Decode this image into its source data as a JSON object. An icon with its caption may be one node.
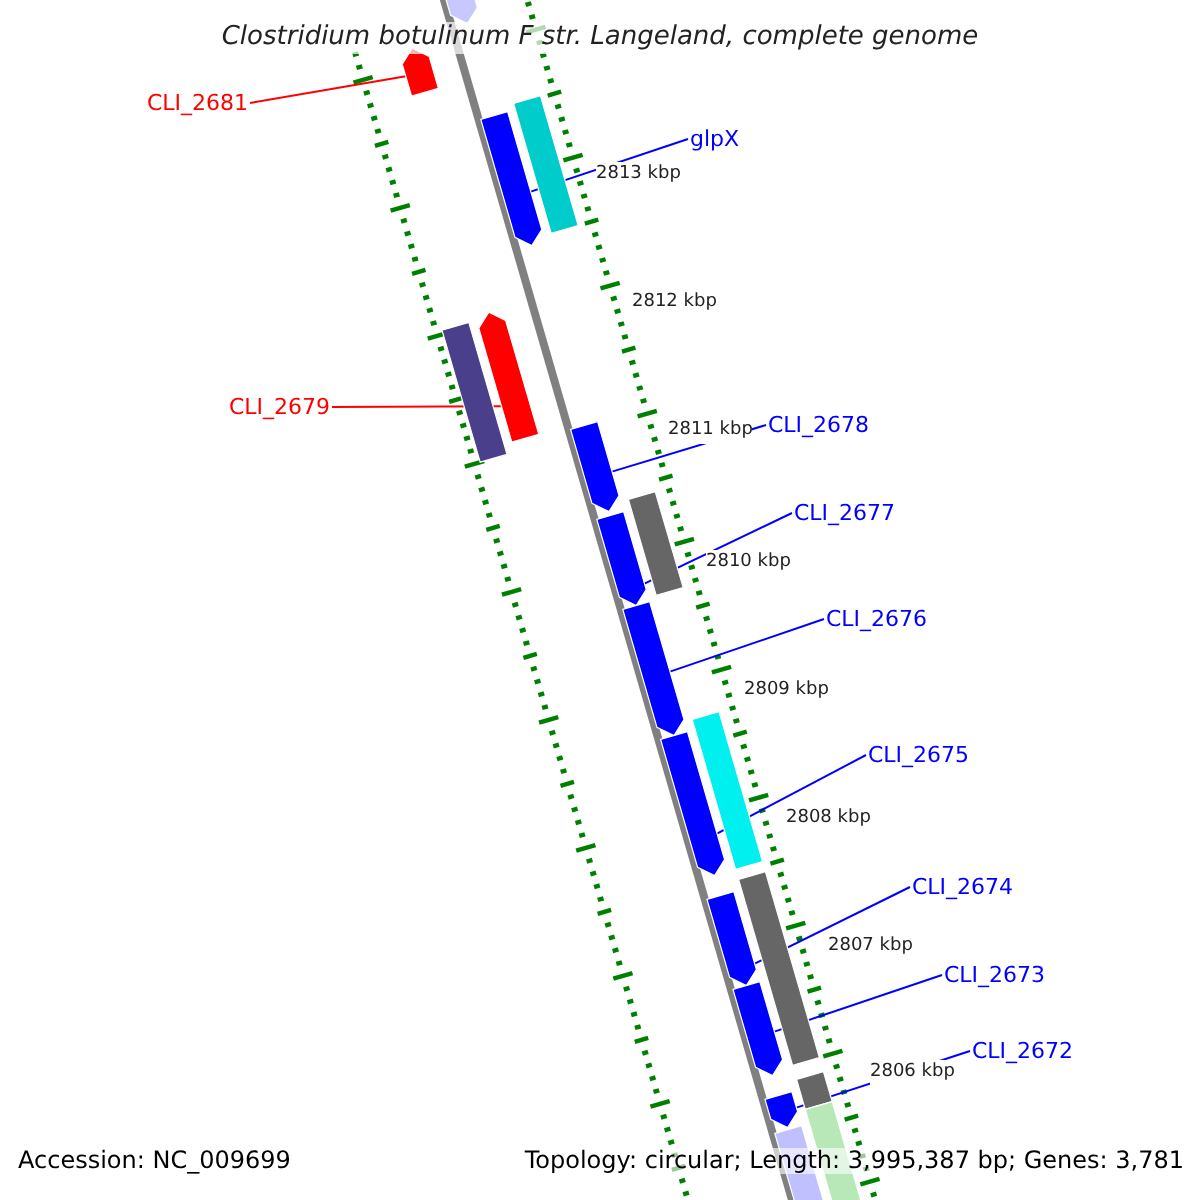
{
  "diagram": {
    "title": "Clostridium botulinum F str. Langeland, complete genome",
    "nodes": [
      {
        "text": [
          "CLI_2681"
        ]
      },
      {
        "text": [],
        "shape": "bar"
      },
      {
        "text": [
          "glpX"
        ]
      },
      {
        "text": [],
        "shape": "bar"
      },
      {
        "text": [
          "CLI_2679"
        ]
      },
      {
        "text": [],
        "shape": "bar"
      },
      {
        "text": [
          "CLI_2678"
        ]
      },
      {
        "text": [],
        "shape": "bar"
      },
      {
        "text": [
          "CLI_2677"
        ]
      },
      {
        "text": [],
        "shape": "bar"
      },
      {
        "text": [
          "CLI_2676"
        ]
      },
      {
        "text": [],
        "shape": "bar"
      },
      {
        "text": [
          "CLI_2675"
        ]
      },
      {
        "text": [],
        "shape": "bar"
      },
      {
        "text": [
          "CLI_2674"
        ]
      },
      {
        "text": [],
        "shape": "bar"
      },
      {
        "text": [
          "CLI_2673"
        ]
      },
      {
        "text": [],
        "shape": "bar"
      },
      {
        "text": [
          "CLI_2672"
        ]
      },
      {
        "text": [],
        "shape": "bar"
      },
      {
        "text": [],
        "shape": "bar"
      },
      {
        "text": [],
        "shape": "bar"
      },
      {
        "text": [],
        "shape": "bar"
      },
      {
        "text": [],
        "shape": "bar"
      },
      {
        "text": [],
        "shape": "bar"
      },
      {
        "text": [],
        "shape": "bar"
      },
      {
        "text": [],
        "shape": "bar"
      },
      {
        "text": [],
        "shape": "bar"
      },
      {
        "text": [],
        "shape": "bar"
      }
    ],
    "edges": [
      {
        "from": 0,
        "to": 1,
        "arrow": "none",
        "color": "#ff0000"
      },
      {
        "from": 2,
        "to": 3,
        "arrow": "none"
      },
      {
        "from": 4,
        "to": 5,
        "arrow": "none",
        "color": "#ff0000"
      },
      {
        "from": 6,
        "to": 7,
        "arrow": "none"
      },
      {
        "from": 8,
        "to": 9,
        "arrow": "none"
      },
      {
        "from": 10,
        "to": 11,
        "arrow": "none"
      },
      {
        "from": 12,
        "to": 13,
        "arrow": "none"
      },
      {
        "from": 14,
        "to": 15,
        "arrow": "none"
      },
      {
        "from": 16,
        "to": 17,
        "arrow": "none"
      },
      {
        "from": 18,
        "to": 19,
        "arrow": "none"
      }
    ],
    "labels": [
      "2813 kbp",
      "2812 kbp",
      "2811 kbp",
      "2810 kbp",
      "2809 kbp",
      "2808 kbp",
      "2807 kbp",
      "2806 kbp",
      "Accession: NC_009699",
      "Topology: circular; Length: 3,995,387 bp; Genes: 3,781"
    ]
  }
}
